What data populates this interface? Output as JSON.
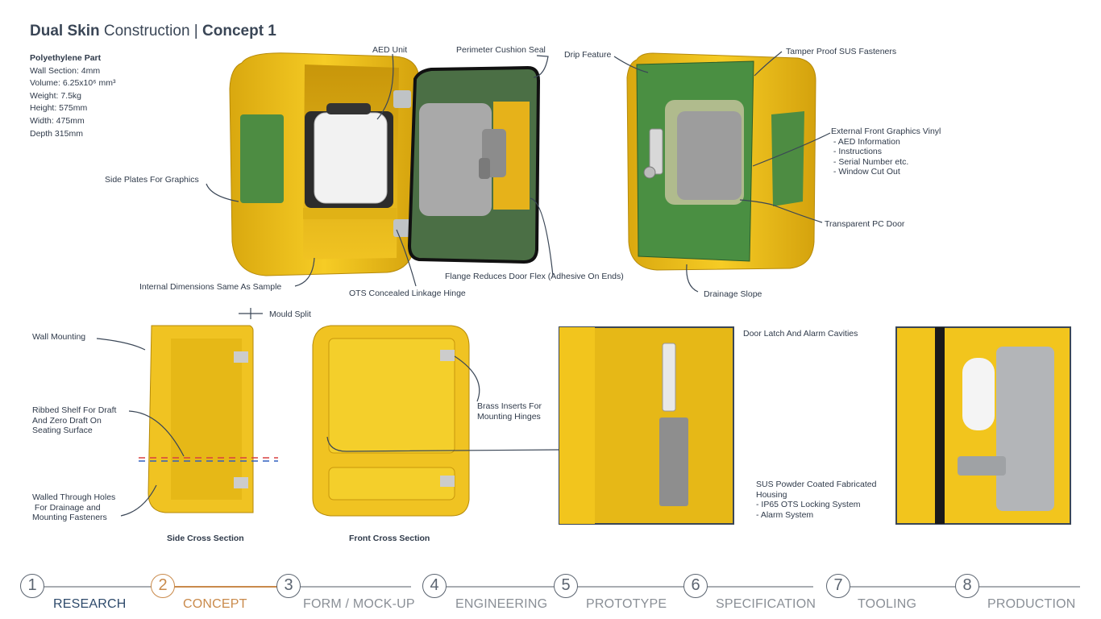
{
  "title": {
    "bold1": "Dual Skin",
    "normal": " Construction | ",
    "bold2": "Concept 1"
  },
  "specs": {
    "heading": "Polyethylene Part",
    "wall": "Wall Section: 4mm",
    "volume": "Volume: 6.25x10⁶ mm³",
    "weight": "Weight: 7.5kg",
    "height": "Height: 575mm",
    "width": "Width: 475mm",
    "depth": "Depth 315mm"
  },
  "labels": {
    "aed_unit": "AED Unit",
    "perimeter_seal": "Perimeter Cushion Seal",
    "drip_feature": "Drip Feature",
    "tamper_fasteners": "Tamper Proof SUS Fasteners",
    "side_plates": "Side Plates For Graphics",
    "graphics_vinyl": "External Front Graphics Vinyl\n - AED Information\n - Instructions\n - Serial Number etc.\n - Window Cut Out",
    "pc_door": "Transparent PC Door",
    "flange": "Flange Reduces Door Flex (Adhesive On Ends)",
    "internal_dims": "Internal Dimensions Same As Sample",
    "hinge": "OTS Concealed Linkage Hinge",
    "drainage_slope": "Drainage Slope",
    "mould_split": "Mould Split",
    "wall_mounting": "Wall Mounting",
    "ribbed_shelf": "Ribbed Shelf For Draft\nAnd Zero Draft On\nSeating Surface",
    "walled_holes": "Walled Through Holes\n For Drainage and\nMounting Fasteners",
    "brass_inserts": "Brass Inserts For\nMounting Hinges",
    "latch_cavities": "Door Latch And Alarm Cavities",
    "sus_housing": "SUS Powder Coated Fabricated\nHousing\n- IP65 OTS Locking System\n- Alarm System"
  },
  "captions": {
    "side": "Side Cross Section",
    "front": "Front Cross Section"
  },
  "steps": [
    {
      "num": "1",
      "label": "RESEARCH",
      "state": "done"
    },
    {
      "num": "2",
      "label": "CONCEPT",
      "state": "active"
    },
    {
      "num": "3",
      "label": "FORM / MOCK-UP",
      "state": "todo"
    },
    {
      "num": "4",
      "label": "ENGINEERING",
      "state": "todo"
    },
    {
      "num": "5",
      "label": "PROTOTYPE",
      "state": "todo"
    },
    {
      "num": "6",
      "label": "SPECIFICATION",
      "state": "todo"
    },
    {
      "num": "7",
      "label": "TOOLING",
      "state": "todo"
    },
    {
      "num": "8",
      "label": "PRODUCTION",
      "state": "todo"
    }
  ],
  "colors": {
    "yellow": "#f2c51d",
    "green": "#4f9a45",
    "accent": "#c98a4b",
    "navy": "#2e4a6b"
  }
}
